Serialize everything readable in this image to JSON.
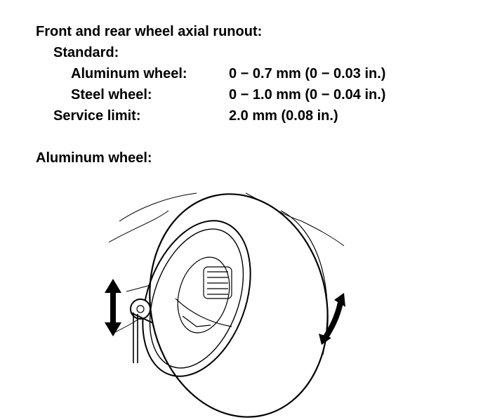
{
  "spec": {
    "heading": "Front and rear wheel axial runout:",
    "standard_label": "Standard:",
    "rows": [
      {
        "label": "Aluminum wheel:",
        "value": "0 − 0.7 mm (0 − 0.03 in.)"
      },
      {
        "label": "Steel wheel:",
        "value": "0 − 1.0 mm (0 − 0.04 in.)"
      }
    ],
    "service_limit_label": "Service limit:",
    "service_limit_value": "2.0 mm (0.08 in.)"
  },
  "figure": {
    "caption": "Aluminum wheel:",
    "icons": [
      "wheel-rim",
      "tire",
      "dial-indicator-icon",
      "vertical-arrow-icon",
      "rotation-arrow-icon"
    ]
  }
}
